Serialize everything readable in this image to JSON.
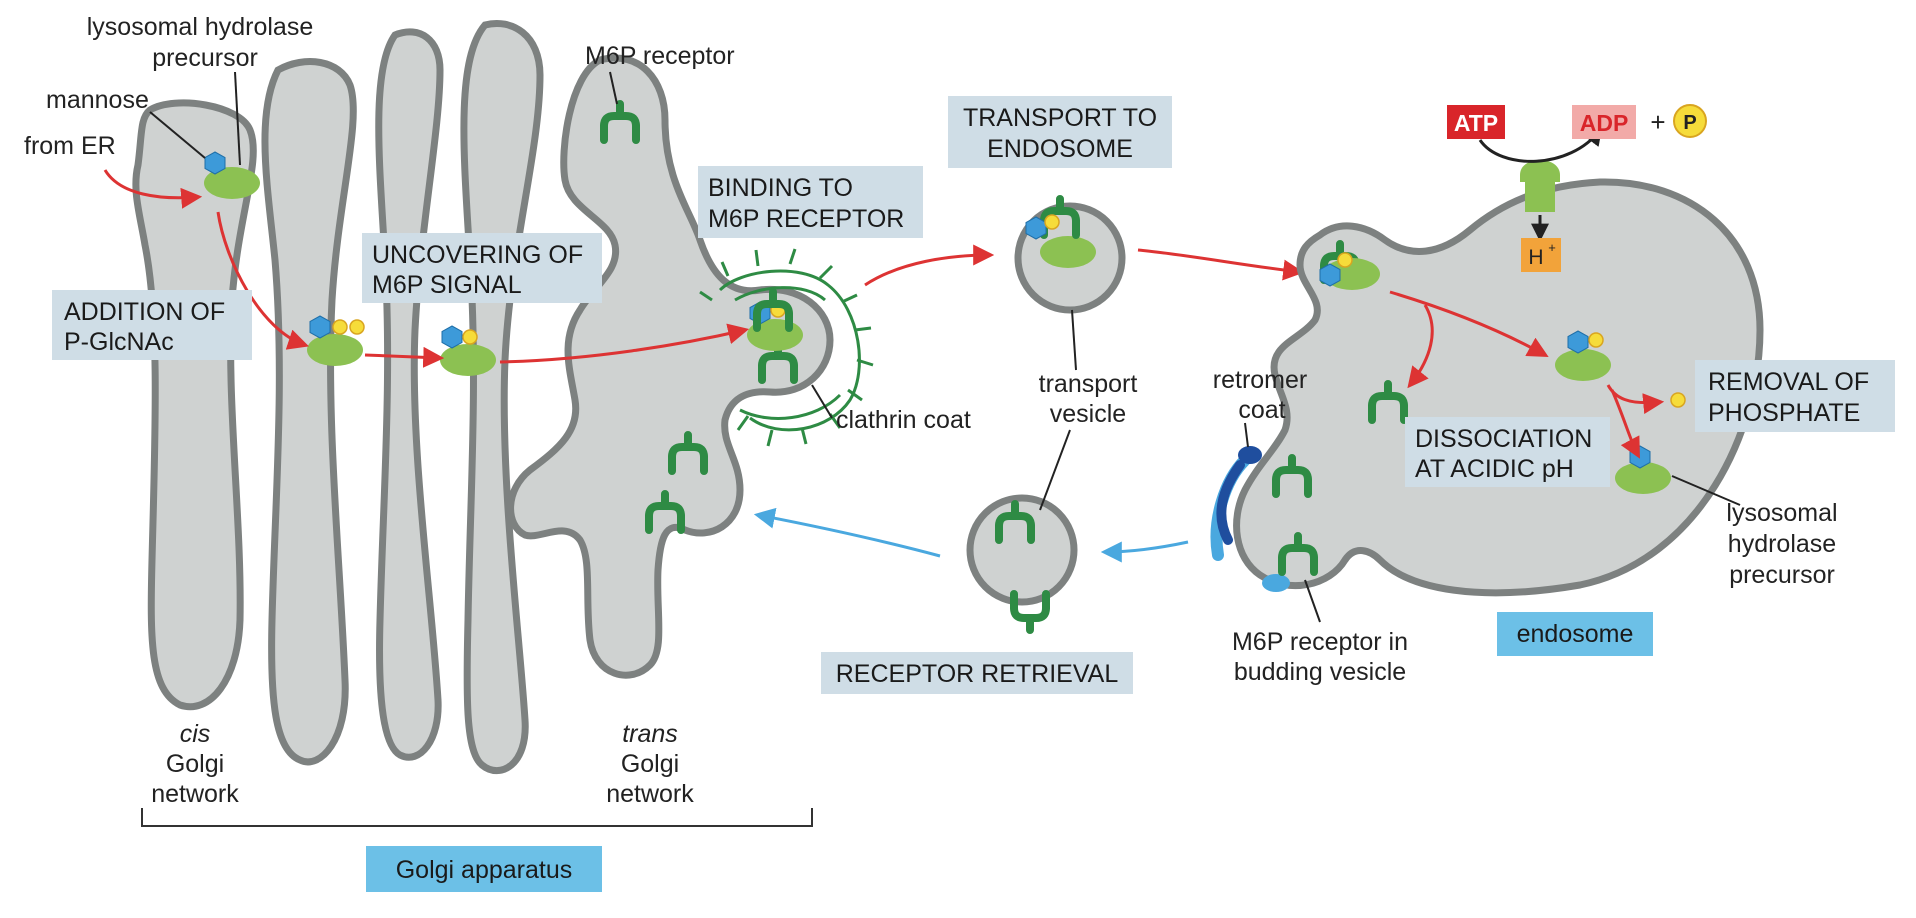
{
  "labels": {
    "lysosomal_hydrolase_precursor_top": [
      "lysosomal hydrolase",
      "precursor"
    ],
    "mannose": "mannose",
    "from_er": "from ER",
    "m6p_receptor": "M6P receptor",
    "clathrin_coat": "clathrin coat",
    "transport_vesicle": [
      "transport",
      "vesicle"
    ],
    "retromer_coat": [
      "retromer",
      "coat"
    ],
    "m6p_receptor_budding": [
      "M6P receptor in",
      "budding vesicle"
    ],
    "lysosomal_hydrolase_precursor_right": [
      "lysosomal",
      "hydrolase",
      "precursor"
    ],
    "cis_golgi": [
      "cis",
      "Golgi",
      "network"
    ],
    "trans_golgi": [
      "trans",
      "Golgi",
      "network"
    ]
  },
  "steps": {
    "addition": [
      "ADDITION OF",
      "P-GlcNAc"
    ],
    "uncovering": [
      "UNCOVERING OF",
      "M6P SIGNAL"
    ],
    "binding": [
      "BINDING TO",
      "M6P RECEPTOR"
    ],
    "transport": [
      "TRANSPORT TO",
      "ENDOSOME"
    ],
    "dissociation": [
      "DISSOCIATION",
      "AT ACIDIC pH"
    ],
    "removal": [
      "REMOVAL OF",
      "PHOSPHATE"
    ],
    "retrieval": "RECEPTOR RETRIEVAL"
  },
  "compartments": {
    "golgi_apparatus": "Golgi apparatus",
    "endosome": "endosome"
  },
  "pump": {
    "atp": "ATP",
    "adp": "ADP",
    "plus": "+",
    "p": "P",
    "h": "H",
    "h_charge": "+"
  },
  "colors": {
    "membrane_fill": "#cfd2d1",
    "membrane_stroke": "#7d8180",
    "receptor": "#2e8b44",
    "hydrolase": "#8cc152",
    "mannose": "#3d9ad9",
    "phosphate": "#f6dc3a",
    "forward_arrow": "#dd3333",
    "retrieval_arrow": "#4aa8df",
    "step_box": "#cfdde6",
    "compartment_box": "#6cc0e7",
    "atp_box": "#d9252a",
    "adp_box": "#f2aaa8",
    "h_box": "#f2a33a"
  }
}
